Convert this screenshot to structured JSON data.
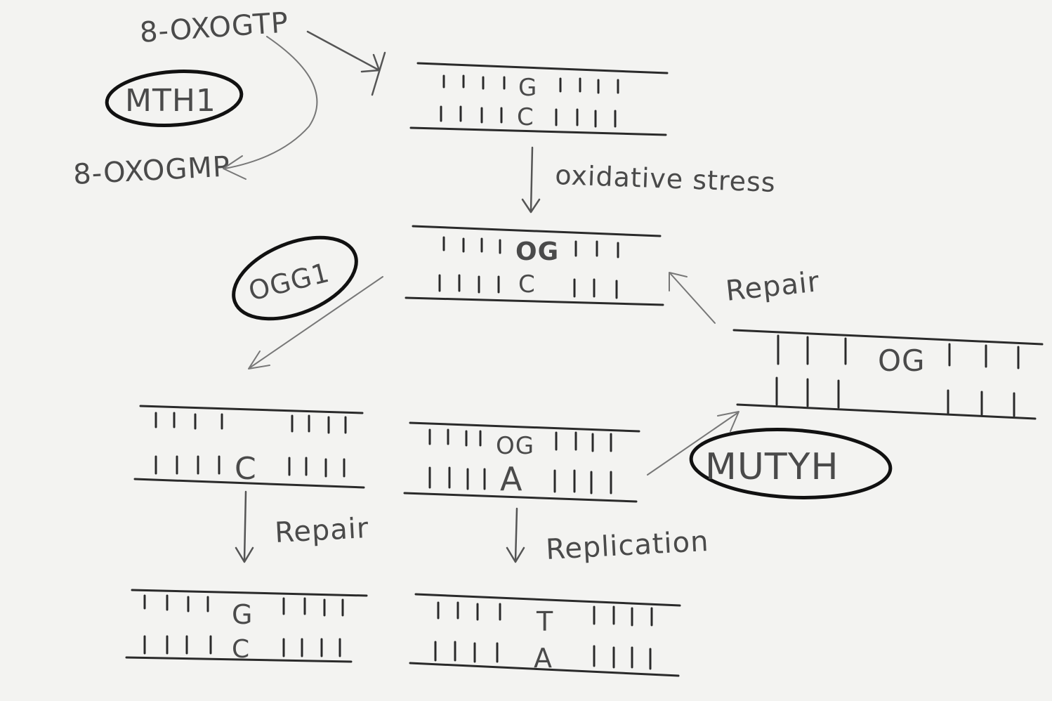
{
  "labels": {
    "oxo_gtp": "8-OXOGTP",
    "oxo_gmp": "8-OXOGMP",
    "oxidative_stress": "oxidative stress",
    "repair_right": "Repair",
    "repair_left": "Repair",
    "replication": "Replication"
  },
  "enzymes": {
    "mth1": "MTH1",
    "ogg1": "OGG1",
    "mutyh": "MUTYH"
  },
  "dna": {
    "top_normal": {
      "upper": "G",
      "lower": "C"
    },
    "oxidized": {
      "upper": "OG",
      "lower": "C"
    },
    "excised": {
      "upper": "",
      "lower": "C"
    },
    "mismatch": {
      "upper": "OG",
      "lower": "A"
    },
    "mutyh_product": {
      "upper": "OG",
      "lower": ""
    },
    "repaired": {
      "upper": "G",
      "lower": "C"
    },
    "mutated": {
      "upper": "T",
      "lower": "A"
    }
  }
}
